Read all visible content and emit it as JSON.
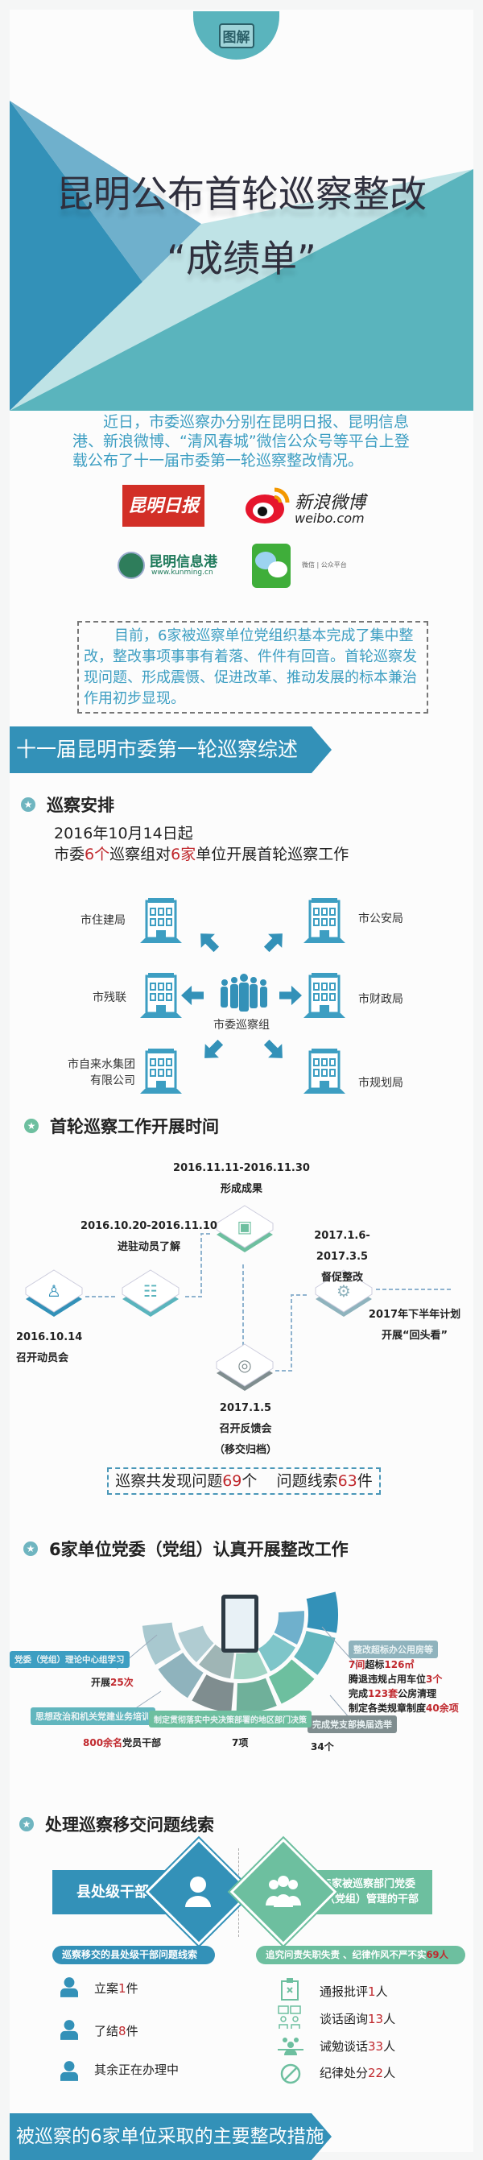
{
  "header": {
    "badge": "图解",
    "title_line1": "昆明公布首轮巡察整改",
    "title_line2": "“成绩单”"
  },
  "intro": {
    "text": "近日，市委巡察办分别在昆明日报、昆明信息港、新浪微博、“清风春城”微信公众号等平台上登载公布了十一届市委第一轮巡察整改情况。",
    "logos": {
      "kmrb": "昆明日报",
      "weibo_cn": "新浪微博",
      "weibo_en": "weibo.com",
      "kmxxg": "昆明信息港",
      "kmxxg_url": "www.kunming.cn",
      "wechat": "微信 | 公众平台"
    }
  },
  "summary_box": "目前，6家被巡察单位党组织基本完成了集中整改，整改事项事事有着落、件件有回音。首轮巡察发现问题、形成震慑、促进改革、推动发展的标本兼治作用初步显现。",
  "banner1": "十一届昆明市委第一轮巡察综述",
  "arrangement": {
    "heading": "巡察安排",
    "date": "2016年10月14日起",
    "line": {
      "a": "市委",
      "n1": "6个",
      "b": "巡察组对",
      "n2": "6家",
      "c": "单位开展首轮巡察工作"
    },
    "center": "市委巡察组",
    "units": [
      "市住建局",
      "市公安局",
      "市残联",
      "市财政局",
      "市自来水集团有限公司",
      "市规划局"
    ]
  },
  "timeline": {
    "heading": "首轮巡察工作开展时间",
    "steps": [
      {
        "date": "2016.10.14",
        "label": "召开动员会"
      },
      {
        "date": "2016.10.20-2016.11.10",
        "label": "进驻动员了解"
      },
      {
        "date": "2016.11.11-2016.11.30",
        "label": "形成成果"
      },
      {
        "date": "2017.1.5",
        "label": "召开反馈会",
        "note": "（移交归档）"
      },
      {
        "date": "2017.1.6-2017.3.5",
        "label": "督促整改"
      },
      {
        "date": "2017年下半年计划",
        "label": "开展“回头看”"
      }
    ],
    "colors": [
      "#3391b8",
      "#5ab4bd",
      "#6dbf9f",
      "#7f8d8f",
      "#8fb3bd"
    ]
  },
  "findings": {
    "a": "巡察共发现问题",
    "n1": "69",
    "b": "个",
    "c": "问题线索",
    "n2": "63",
    "d": "件"
  },
  "rectify": {
    "heading": "6家单位党委（党组）认真开展整改工作",
    "study": {
      "label": "党委（党组）理论中心组学习",
      "pre": "开展",
      "num": "25次"
    },
    "training": {
      "label": "思想政治和机关党建业务培训",
      "num": "800余名",
      "post": "党员干部"
    },
    "decisions": {
      "label": "制定贯彻落实中央决策部署的地区部门决策",
      "num": "7项"
    },
    "housing": {
      "label": "整改超标办公用房等",
      "l1n": "7间",
      "l1a": "超标",
      "l1b": "126㎡",
      "l2a": "腾退违规占用车位",
      "l2n": "3个",
      "l3a": "完成",
      "l3n": "123套",
      "l3b": "公房清理",
      "l4a": "制定各类规章制度",
      "l4n": "40余项"
    },
    "election": {
      "label": "完成党支部换届选举",
      "num": "34个"
    }
  },
  "clues": {
    "heading": "处理巡察移交问题线索",
    "left": {
      "title": "县处级干部",
      "pill": "巡察移交的县处级干部问题线索",
      "items": [
        {
          "a": "立案",
          "n": "1",
          "b": "件"
        },
        {
          "a": "了结",
          "n": "8",
          "b": "件"
        },
        {
          "a": "其余正在办理中",
          "n": "",
          "b": ""
        }
      ]
    },
    "right": {
      "title1": "6家被巡察部门党委",
      "title2": "（党组）管理的干部",
      "pill": "追究问责失职失责 、纪律作风不严不实",
      "pill_n": "69人",
      "items": [
        {
          "a": "通报批评",
          "n": "1",
          "b": "人"
        },
        {
          "a": "谈话函询",
          "n": "13",
          "b": "人"
        },
        {
          "a": "诫勉谈话",
          "n": "33",
          "b": "人"
        },
        {
          "a": "纪律处分",
          "n": "22",
          "b": "人"
        }
      ]
    }
  },
  "banner2": "被巡察的6家单位采取的主要整改措施",
  "colors": {
    "blue": "#3391b8",
    "teal": "#5ab4bd",
    "green": "#6dbf9f",
    "red": "#c0282d",
    "text_blue": "#3d9ec2"
  }
}
